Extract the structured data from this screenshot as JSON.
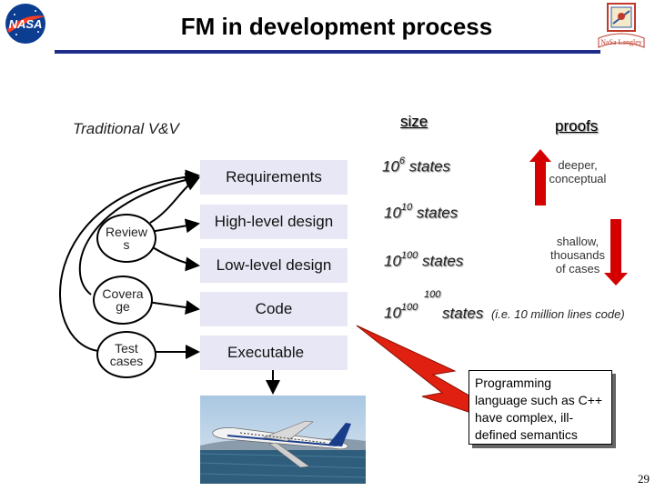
{
  "title": "FM in development process",
  "logos": {
    "left": {
      "icon": "nasa-meatball-logo",
      "text": "NASA"
    },
    "right": {
      "icon": "langley-emblem-logo",
      "text": "NaSa Langley"
    }
  },
  "left_heading": "Traditional V&V",
  "columns": {
    "size": "size",
    "proofs": "proofs"
  },
  "stages": [
    "Requirements",
    "High-level design",
    "Low-level design",
    "Code",
    "Executable"
  ],
  "activities": [
    {
      "line1": "Review",
      "line2": "s"
    },
    {
      "line1": "Covera",
      "line2": "ge"
    },
    {
      "line1": "Test",
      "line2": "cases"
    }
  ],
  "states": [
    {
      "base": "10",
      "exp": "6",
      "word": "states"
    },
    {
      "base": "10",
      "exp": "10",
      "word": "states"
    },
    {
      "base": "10",
      "exp": "100",
      "word": "states"
    },
    {
      "base": "10",
      "exp": "100",
      "exp2": "100",
      "word": "states",
      "note": "(i.e. 10 million lines code)"
    }
  ],
  "proof_notes": {
    "deep": {
      "line1": "deeper,",
      "line2": "conceptual"
    },
    "shallow": {
      "line1": "shallow,",
      "line2": "thousands",
      "line3": "of cases"
    }
  },
  "callout": "Programming language such as C++ have complex, ill-defined semantics",
  "page_number": "29",
  "colors": {
    "arrow_red": "#d40000",
    "box_bg": "#e7e7f5",
    "rule_blue": "#1f2d8a",
    "lightning": "#e02010"
  }
}
